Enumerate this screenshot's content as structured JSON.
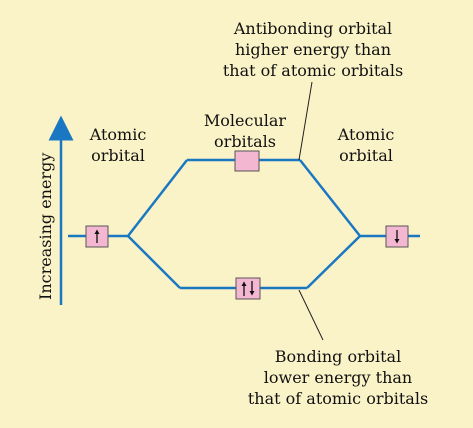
{
  "diagram": {
    "y_axis_label": "Increasing energy",
    "left_label": [
      "Atomic",
      "orbital"
    ],
    "center_label": [
      "Molecular",
      "orbitals"
    ],
    "right_label": [
      "Atomic",
      "orbital"
    ],
    "antibonding_label": [
      "Antibonding orbital",
      "higher energy than",
      "that of atomic orbitals"
    ],
    "bonding_label": [
      "Bonding orbital",
      "lower energy than",
      "that of atomic orbitals"
    ],
    "colors": {
      "background": "#fbf3c8",
      "lines": "#1a78c2",
      "box_fill": "#f4b7d2",
      "box_stroke": "#555555",
      "arrow": "#111111"
    },
    "electrons": {
      "left_atomic": "up",
      "right_atomic": "down",
      "bonding": "up-down",
      "antibonding": "empty"
    }
  }
}
